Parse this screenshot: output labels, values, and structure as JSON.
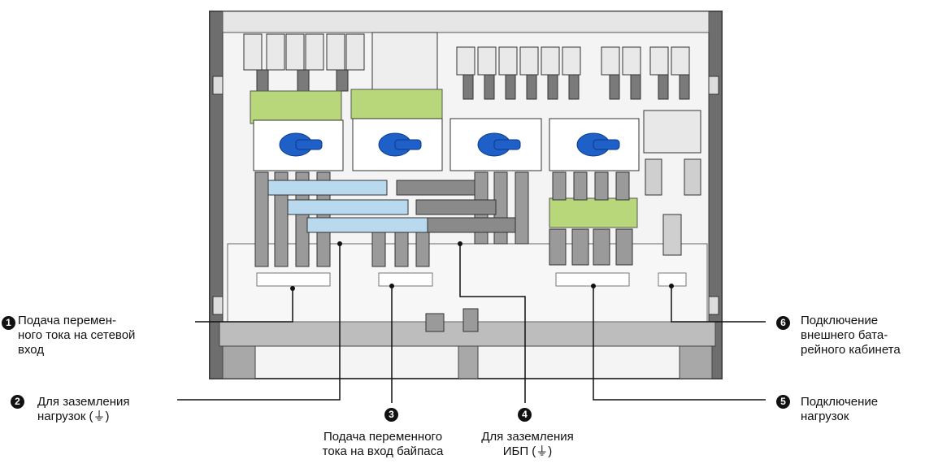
{
  "callouts": [
    {
      "num": "1",
      "text": "Подача перемен-\nного тока на сетевой\nвход"
    },
    {
      "num": "2",
      "text": "Для заземления\nнагрузок (⏚)"
    },
    {
      "num": "3",
      "text": "Подача переменного\nтока на вход байпаса"
    },
    {
      "num": "4",
      "text": "Для заземления\nИБП (⏚)"
    },
    {
      "num": "5",
      "text": "Подключение\nнагрузок"
    },
    {
      "num": "6",
      "text": "Подключение\nвнешнего бата-\nрейного кабинета"
    }
  ],
  "colors": {
    "switch_blue": "#1f5fc8",
    "green_plate": "#b7d77a",
    "busbar_blue": "#b9d9ef",
    "busbar_gray": "#8a8a8a",
    "frame": "#555555"
  }
}
